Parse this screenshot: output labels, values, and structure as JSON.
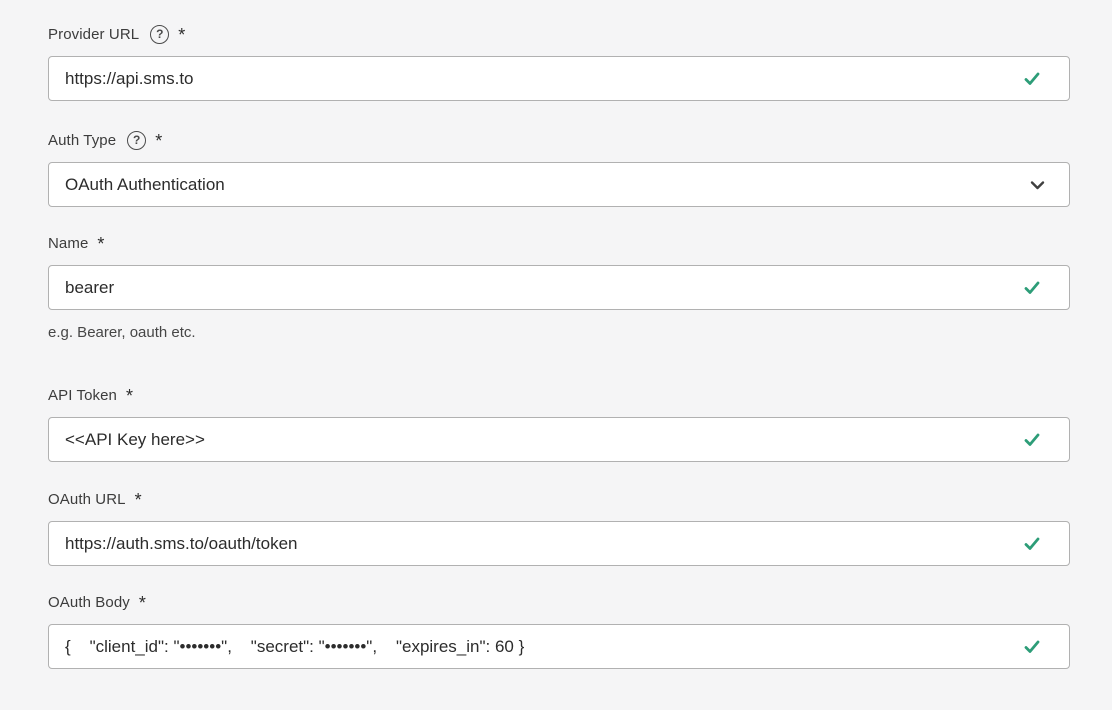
{
  "form": {
    "required_marker": "*",
    "fields": [
      {
        "label": "Provider URL",
        "has_help_icon": true,
        "required": true,
        "type": "text",
        "value": "https://api.sms.to",
        "valid": true
      },
      {
        "label": "Auth Type",
        "has_help_icon": true,
        "required": true,
        "type": "select",
        "value": "OAuth Authentication"
      },
      {
        "label": "Name",
        "required": true,
        "type": "text",
        "value": "bearer",
        "valid": true,
        "helper": "e.g. Bearer, oauth etc."
      },
      {
        "label": "API Token",
        "required": true,
        "type": "text",
        "value": "<<API Key here>>",
        "valid": true
      },
      {
        "label": "OAuth URL",
        "required": true,
        "type": "text",
        "value": "https://auth.sms.to/oauth/token",
        "valid": true
      },
      {
        "label": "OAuth Body",
        "required": true,
        "type": "text",
        "value": "{    \"client_id\": \"•••••••\",    \"secret\": \"•••••••\",    \"expires_in\": 60 }",
        "valid": true
      }
    ]
  },
  "icons": {
    "help_glyph": "?",
    "valid_check": "checkmark-icon",
    "select_indicator": "chevron-down-icon"
  },
  "colors": {
    "valid_check_green": "#2d9d78",
    "background": "#f5f5f6",
    "input_border": "#b1b1b1",
    "text": "#2c2c2c"
  }
}
